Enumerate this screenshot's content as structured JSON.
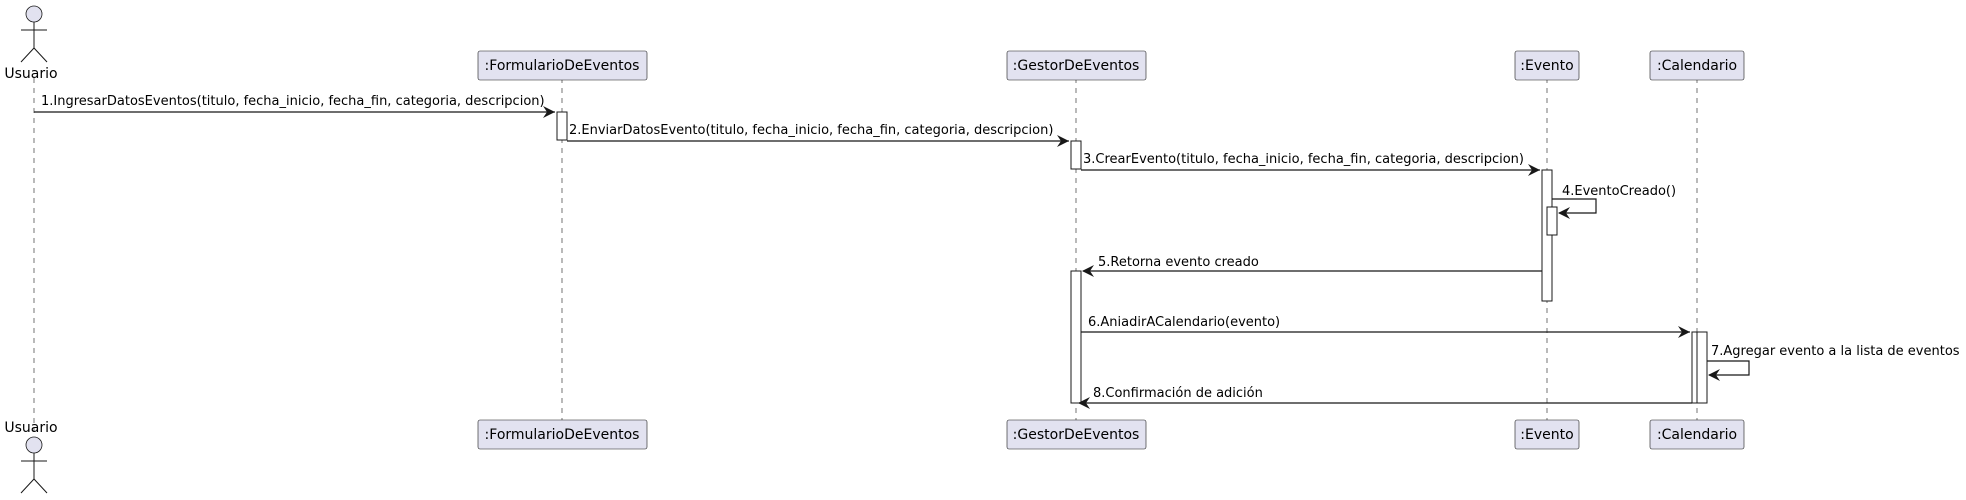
{
  "participants": [
    {
      "id": "usuario",
      "label": "Usuario",
      "kind": "actor"
    },
    {
      "id": "formulario",
      "label": ":FormularioDeEventos",
      "kind": "participant"
    },
    {
      "id": "gestor",
      "label": ":GestorDeEventos",
      "kind": "participant"
    },
    {
      "id": "evento",
      "label": ":Evento",
      "kind": "participant"
    },
    {
      "id": "calendario",
      "label": ":Calendario",
      "kind": "participant"
    }
  ],
  "messages": [
    {
      "id": "m1",
      "from": "usuario",
      "to": "formulario",
      "label": "1.IngresarDatosEventos(titulo, fecha_inicio, fecha_fin, categoria, descripcion)"
    },
    {
      "id": "m2",
      "from": "formulario",
      "to": "gestor",
      "label": "2.EnviarDatosEvento(titulo, fecha_inicio, fecha_fin, categoria, descripcion)"
    },
    {
      "id": "m3",
      "from": "gestor",
      "to": "evento",
      "label": "3.CrearEvento(titulo, fecha_inicio, fecha_fin, categoria, descripcion)"
    },
    {
      "id": "m4",
      "from": "evento",
      "to": "evento",
      "label": "4.EventoCreado()"
    },
    {
      "id": "m5",
      "from": "evento",
      "to": "gestor",
      "label": "5.Retorna evento creado"
    },
    {
      "id": "m6",
      "from": "gestor",
      "to": "calendario",
      "label": "6.AniadirACalendario(evento)"
    },
    {
      "id": "m7",
      "from": "calendario",
      "to": "calendario",
      "label": "7.Agregar evento a la lista de eventos"
    },
    {
      "id": "m8",
      "from": "calendario",
      "to": "gestor",
      "label": "8.Confirmación de adición"
    }
  ],
  "colors": {
    "participant_fill": "#E2E2F0",
    "line": "#181818",
    "background": "#FFFFFF"
  }
}
